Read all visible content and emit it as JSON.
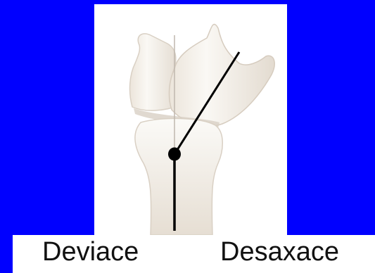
{
  "slide": {
    "background_color": "#0000ff",
    "panel_color": "#ffffff"
  },
  "figure": {
    "bone_fill": "#f1ece4",
    "bone_shadow": "#ddd5ca",
    "axis_color": "#000000",
    "reference_line_color": "#bfb7ae",
    "icons": [
      "knee-joint-illustration",
      "pivot-point-icon"
    ]
  },
  "captions": {
    "left": "Deviace",
    "right": "Desaxace"
  }
}
